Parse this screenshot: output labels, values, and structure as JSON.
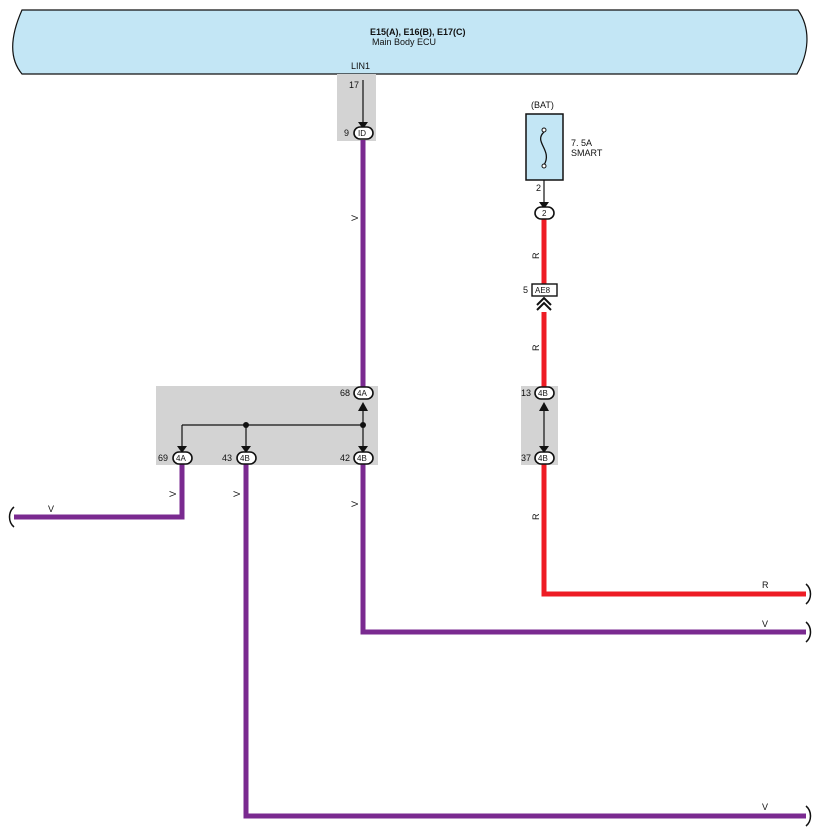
{
  "ecu": {
    "title": "E15(A), E16(B), E17(C)",
    "subtitle": "Main Body ECU",
    "terminal": "LIN1"
  },
  "fuse": {
    "source": "(BAT)",
    "rating": "7. 5A",
    "name": "SMART",
    "pin_below": "2",
    "connector": "2"
  },
  "connectors": {
    "ecu_pin": "17",
    "id_pin": "9",
    "id_label": "ID",
    "ae8_pin": "5",
    "ae8_label": "AE8",
    "j68_pin": "68",
    "j68_label": "4A",
    "j69_pin": "69",
    "j69_label": "4A",
    "j43_pin": "43",
    "j43_label": "4B",
    "j42_pin": "42",
    "j42_label": "4B",
    "j13_pin": "13",
    "j13_label": "4B",
    "j37_pin": "37",
    "j37_label": "4B"
  },
  "wire_colors": {
    "violet": "V",
    "red": "R"
  },
  "colors": {
    "violet_wire": "#7a2a90",
    "red_wire": "#ee1c24",
    "ecu_fill": "#c3e6f5",
    "junction_fill": "#d3d3d3"
  }
}
